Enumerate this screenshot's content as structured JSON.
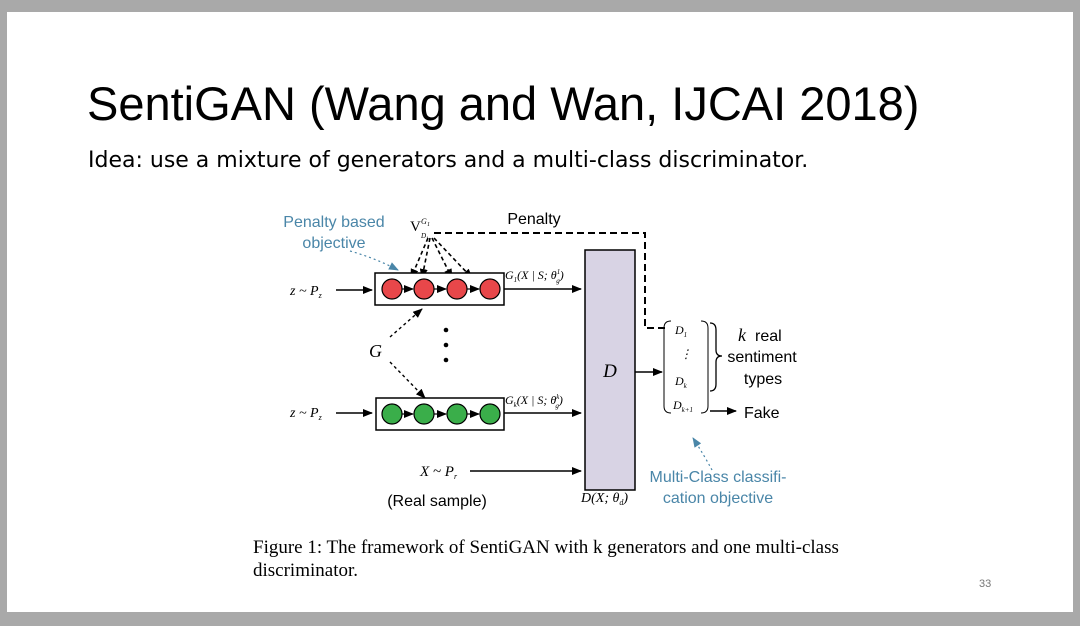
{
  "slide": {
    "title": "SentiGAN (Wang and Wan, IJCAI 2018)",
    "subtitle": "Idea: use a mixture of generators and a multi-class discriminator.",
    "page_number": "33"
  },
  "figure": {
    "penalty_objective_line1": "Penalty based",
    "penalty_objective_line2": "objective",
    "v_symbol": "V",
    "v_superscript": "G",
    "v_sup_sub": "1",
    "v_subscript": "D",
    "v_sub_sub": "1",
    "penalty_label": "Penalty",
    "noise_top": "z ~ P",
    "noise_top_sub": "z",
    "noise_bottom": "z ~ P",
    "noise_bottom_sub": "z",
    "g_label": "G",
    "g1_output": "G",
    "g1_output_sub": "1",
    "g1_output_args": "(X | S; θ",
    "g1_output_args_sup": "1",
    "g1_output_args_sub": "g",
    "gk_output": "G",
    "gk_output_sub": "k",
    "gk_output_args": "(X | S; θ",
    "gk_output_args_sup": "k",
    "gk_output_args_sub": "g",
    "discriminator": "D",
    "d1": "D",
    "d1_sub": "1",
    "dk": "D",
    "dk_sub": "k",
    "dk1": "D",
    "dk1_sub": "k+1",
    "k_real_k": "k",
    "k_real_real": "real",
    "sentiment": "sentiment",
    "types": "types",
    "fake": "Fake",
    "real_data": "X ~ P",
    "real_data_sub": "r",
    "real_sample": "(Real sample)",
    "d_output": "D(X; θ",
    "d_output_sub": "d",
    "d_output_end": ")",
    "multiclass_line1": "Multi-Class classifi-",
    "multiclass_line2": "cation objective"
  },
  "caption": "Figure 1: The framework of SentiGAN with k generators and one multi-class discriminator.",
  "colors": {
    "red_node": "#e8474a",
    "green_node": "#3aae4a",
    "discriminator_fill": "#d8d3e4",
    "annotation_blue": "#4a86a8"
  }
}
